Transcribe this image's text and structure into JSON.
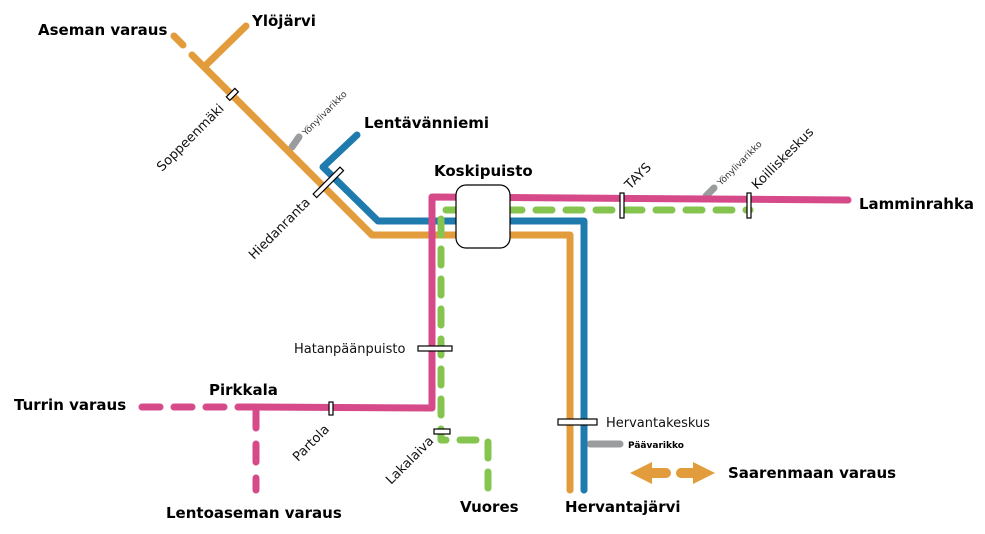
{
  "colors": {
    "orange": "#e29c3c",
    "blue": "#1f7aad",
    "pink": "#d64a8a",
    "green": "#84c44f",
    "grey": "#9a9c9e"
  },
  "terminals": {
    "ylojarvi": "Ylöjärvi",
    "aseman_varaus": "Aseman varaus",
    "lentavanniemi": "Lentävänniemi",
    "koskipuisto": "Koskipuisto",
    "lamminrahka": "Lamminrahka",
    "turrin_varaus": "Turrin varaus",
    "pirkkala": "Pirkkala",
    "lentoaseman_varaus": "Lentoaseman varaus",
    "vuores": "Vuores",
    "hervantajarvi": "Hervantajärvi",
    "saarenmaan_varaus": "Saarenmaan varaus"
  },
  "stops": {
    "soppeenmaki": "Soppeenmäki",
    "hiedanranta": "Hiedanranta",
    "tays": "TAYS",
    "koilliskeskus": "Koilliskeskus",
    "hatanpaanpuisto": "Hatanpäänpuisto",
    "partola": "Partola",
    "lakalaiva": "Lakalaiva",
    "hervantakeskus": "Hervantakeskus"
  },
  "depots": {
    "yonylivarikko_west": "Yönylivarikko",
    "yonylivarikko_east": "Yönylivarikko",
    "paavarikko": "Päävarikko"
  }
}
